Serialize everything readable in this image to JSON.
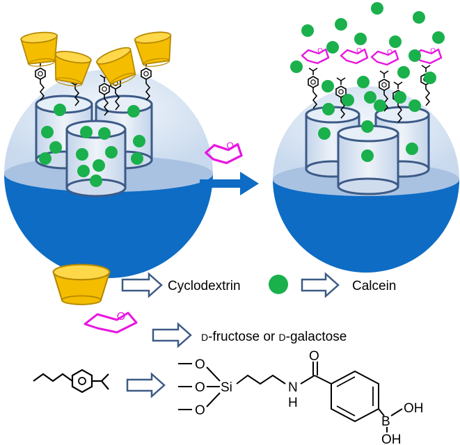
{
  "legend": {
    "cyclodextrin_label": "Cyclodextrin",
    "calcein_label": "Calcein",
    "sugar_prefix_1": "D",
    "sugar_label_1": "-fructose or ",
    "sugar_prefix_2": "D",
    "sugar_label_2": "-galactose"
  },
  "structure": {
    "oxygen_1": "O",
    "oxygen_2": "O",
    "oxygen_3": "O",
    "silicon": "Si",
    "amide_nitrogen": "N",
    "amide_hydrogen": "H",
    "carbonyl_oxygen": "O",
    "boron": "B",
    "hydroxyl_1": "OH",
    "hydroxyl_2": "OH",
    "ring_oxygen": "O"
  },
  "colors": {
    "cyclodextrin_fill": "#f5bd00",
    "cyclodextrin_stroke": "#b58900",
    "calcein": "#1ab04c",
    "sugar": "#e815e0",
    "arrow_blue": "#0e6cc4",
    "sphere_bottom": "#0e6cc4",
    "sphere_top": "#dbe7f5",
    "pore_stroke": "#3c5a86",
    "hollow_arrow_stroke": "#3c5a86"
  }
}
